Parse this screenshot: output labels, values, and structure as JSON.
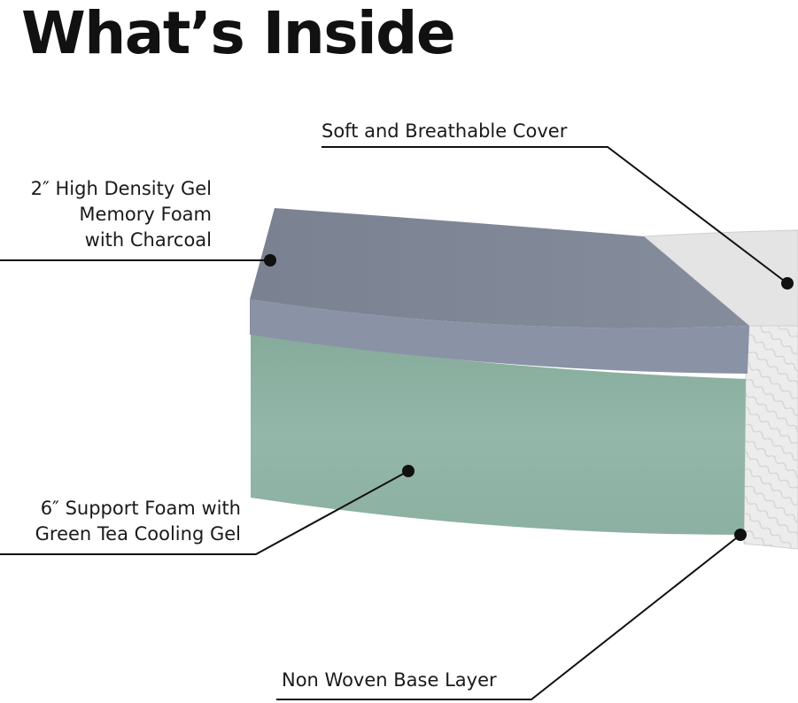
{
  "title": "What’s Inside",
  "callouts": [
    {
      "id": "cover",
      "lines": [
        "Soft and Breathable Cover"
      ]
    },
    {
      "id": "memory-foam",
      "lines": [
        "2″ High Density Gel",
        "Memory Foam",
        "with Charcoal"
      ]
    },
    {
      "id": "support-foam",
      "lines": [
        "6″ Support Foam with",
        "Green Tea Cooling Gel"
      ]
    },
    {
      "id": "base-layer",
      "lines": [
        "Non Woven Base Layer"
      ]
    }
  ],
  "colors": {
    "memory_foam_top": "#7e8696",
    "memory_foam_side": "#8b93a6",
    "support_foam": "#8fb3a4",
    "cover": "#e9e9e9",
    "leader_line": "#111111"
  }
}
